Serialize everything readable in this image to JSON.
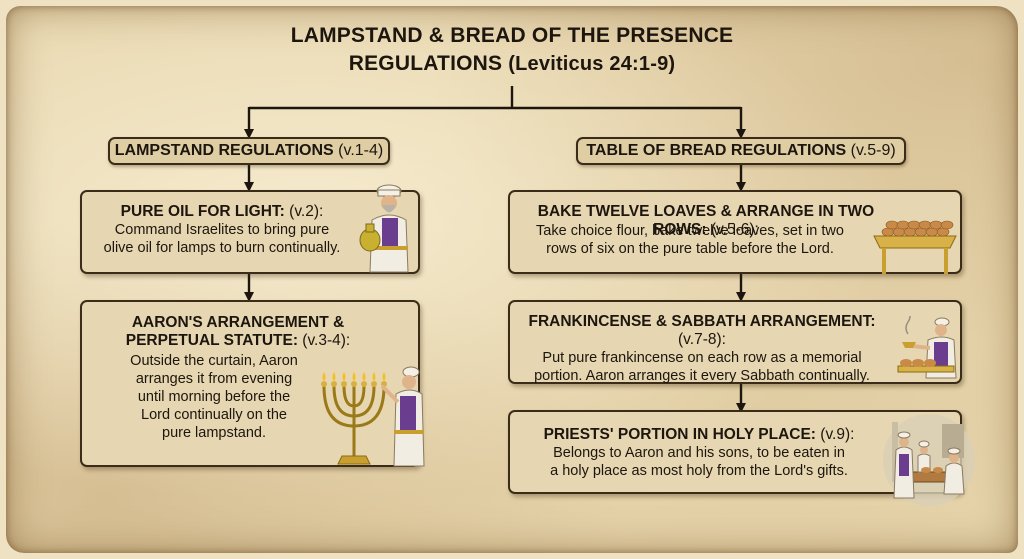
{
  "title": {
    "line1": "LAMPSTAND & BREAD OF THE PRESENCE",
    "line2": "REGULATIONS",
    "reference": "(Leviticus 24:1-9)"
  },
  "left": {
    "header": {
      "label": "LAMPSTAND REGULATIONS",
      "verse": "(v.1-4)"
    },
    "cards": [
      {
        "heading": "PURE OIL FOR LIGHT:",
        "verse": "(v.2):",
        "body": [
          "Command Israelites to bring pure",
          "olive oil for lamps to burn continually."
        ],
        "icon": "priest-with-oil-jar-icon"
      },
      {
        "heading_line1": "AARON'S ARRANGEMENT &",
        "heading_line2": "PERPETUAL STATUTE:",
        "verse": "(v.3-4):",
        "body": [
          "Outside the curtain, Aaron",
          "arranges it from evening",
          "until morning before the",
          "Lord continually on the",
          "pure lampstand."
        ],
        "icon": "priest-with-menorah-icon"
      }
    ]
  },
  "right": {
    "header": {
      "label": "TABLE OF BREAD REGULATIONS",
      "verse": "(v.5-9)"
    },
    "cards": [
      {
        "heading": "BAKE TWELVE LOAVES & ARRANGE IN TWO ROWS:",
        "verse": "(v.5-6):",
        "body": [
          "Take choice flour, bake twelve loaves, set in two",
          "rows of six on the pure table before the Lord."
        ],
        "icon": "table-with-loaves-icon"
      },
      {
        "heading": "FRANKINCENSE & SABBATH ARRANGEMENT:",
        "verse": "(v.7-8):",
        "body": [
          "Put pure frankincense on each row as a memorial",
          "portion. Aaron arranges it every Sabbath continually."
        ],
        "icon": "priest-with-incense-icon"
      },
      {
        "heading": "PRIESTS' PORTION IN HOLY PLACE:",
        "verse": "(v.9):",
        "body": [
          "Belongs to Aaron and his sons, to be eaten in",
          "a holy place as most holy from the Lord's gifts."
        ],
        "icon": "priests-eating-icon"
      }
    ]
  },
  "colors": {
    "parchment": "#e9d8b0",
    "card": "#e6d6b1",
    "ink": "#1c160e",
    "gold": "#c9a030",
    "purple": "#6b3d8f"
  }
}
